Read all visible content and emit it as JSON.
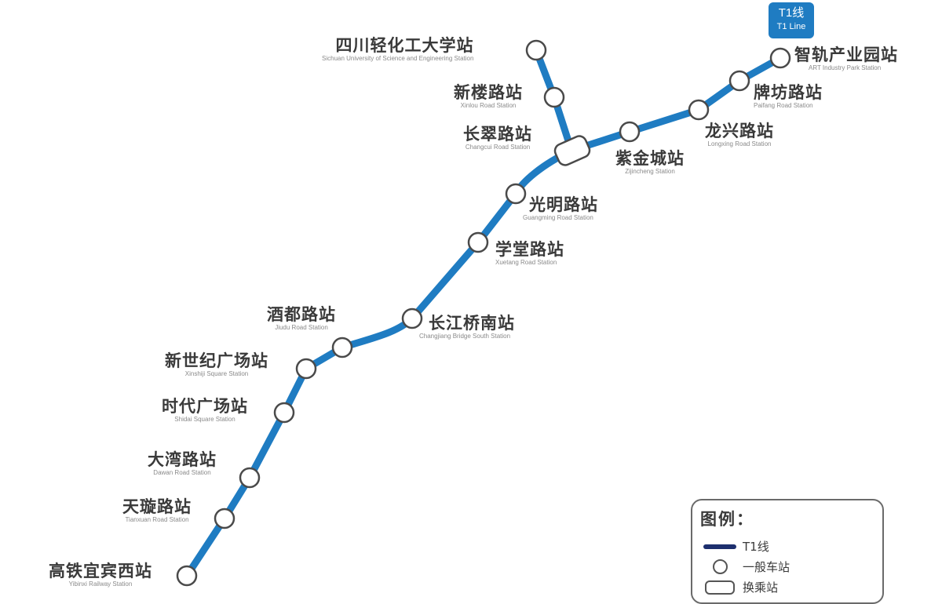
{
  "line": {
    "badge_cn": "T1线",
    "badge_en": "T1 Line",
    "color": "#1f7cc2"
  },
  "stations": [
    {
      "cn": "智轨产业园站",
      "en": "ART Industry Park Station",
      "type": "normal"
    },
    {
      "cn": "牌坊路站",
      "en": "Paifang Road Station",
      "type": "normal"
    },
    {
      "cn": "龙兴路站",
      "en": "Longxing Road Station",
      "type": "normal"
    },
    {
      "cn": "紫金城站",
      "en": "Zijincheng Station",
      "type": "normal"
    },
    {
      "cn": "长翠路站",
      "en": "Changcui Road Station",
      "type": "transfer"
    },
    {
      "cn": "新楼路站",
      "en": "Xinlou Road Station",
      "type": "normal"
    },
    {
      "cn": "四川轻化工大学站",
      "en": "Sichuan University of Science and Engineering Station",
      "type": "normal"
    },
    {
      "cn": "光明路站",
      "en": "Guangming Road Station",
      "type": "normal"
    },
    {
      "cn": "学堂路站",
      "en": "Xuetang Road Station",
      "type": "normal"
    },
    {
      "cn": "长江桥南站",
      "en": "Changjiang Bridge South Station",
      "type": "normal"
    },
    {
      "cn": "酒都路站",
      "en": "Jiudu Road Station",
      "type": "normal"
    },
    {
      "cn": "新世纪广场站",
      "en": "Xinshiji Square Station",
      "type": "normal"
    },
    {
      "cn": "时代广场站",
      "en": "Shidai Square Station",
      "type": "normal"
    },
    {
      "cn": "大湾路站",
      "en": "Dawan Road Station",
      "type": "normal"
    },
    {
      "cn": "天璇路站",
      "en": "Tianxuan Road Station",
      "type": "normal"
    },
    {
      "cn": "高铁宜宾西站",
      "en": "Yibinxi Railway Station",
      "type": "normal"
    }
  ],
  "legend": {
    "title": "图例：",
    "items": [
      {
        "label": "T1线",
        "symbol": "line"
      },
      {
        "label": "一般车站",
        "symbol": "circle"
      },
      {
        "label": "换乘站",
        "symbol": "transfer"
      }
    ]
  }
}
